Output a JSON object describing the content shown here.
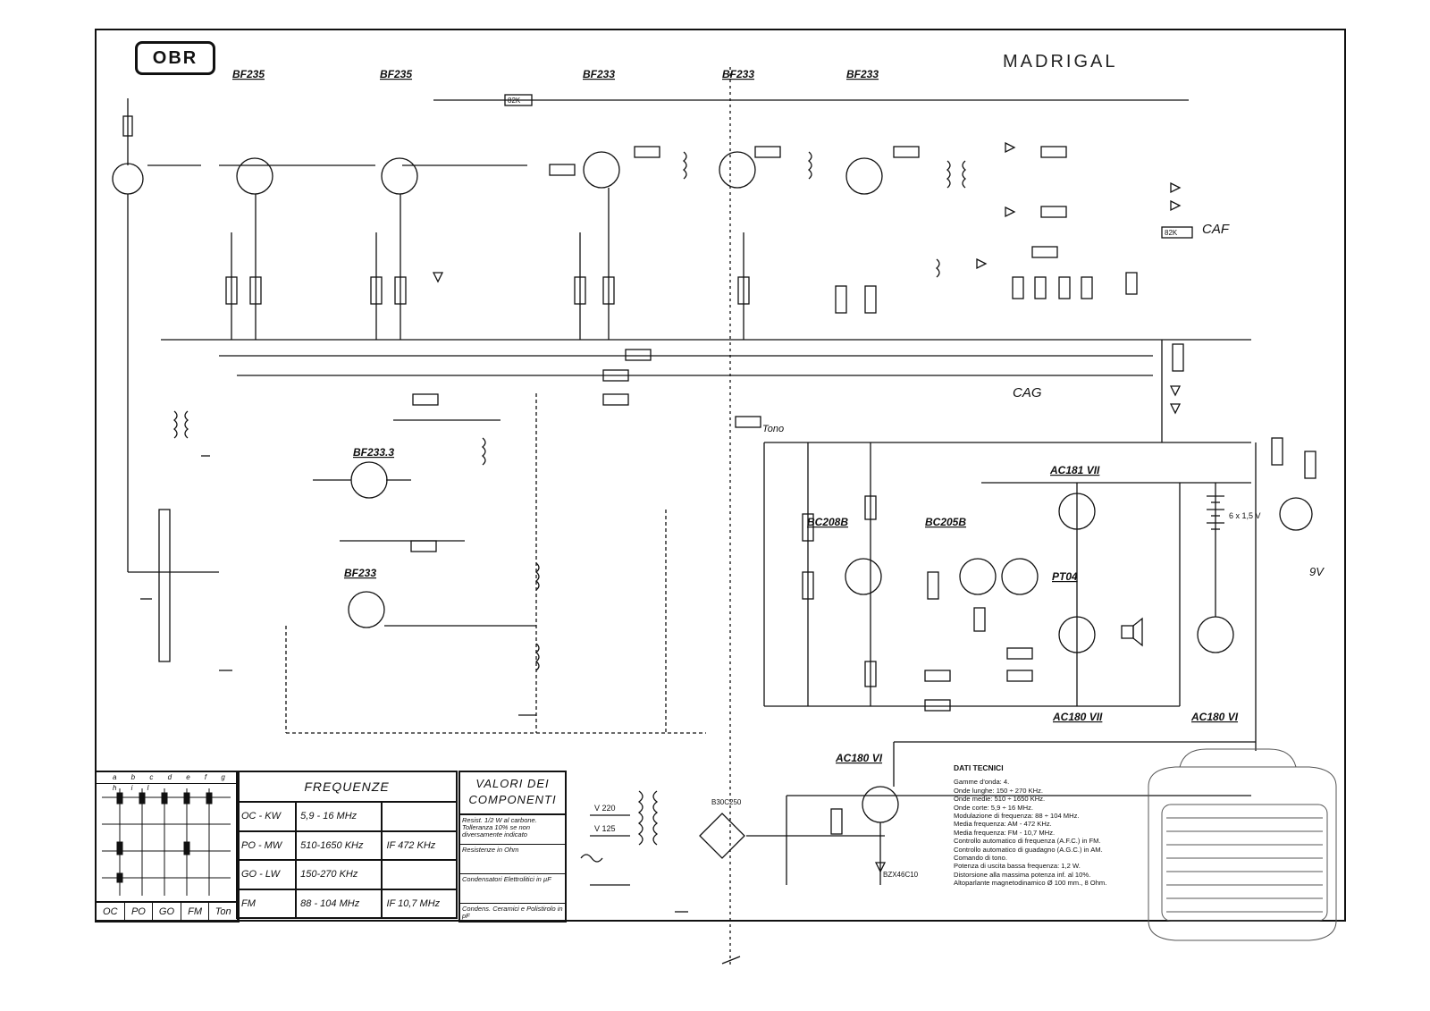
{
  "brand": "OBR",
  "model": "MADRIGAL",
  "transistors": {
    "tr1": "BF235",
    "tr2": "BF235",
    "tr3": "BF233",
    "tr4": "BF233",
    "tr5": "BF233",
    "tr6": "BF233.3",
    "tr7": "BF233",
    "tr8": "BC208B",
    "tr9": "BC205B",
    "tr11": "AC181 VII",
    "tr12": "AC180 VII",
    "tr14": "AC180 VI",
    "tr13": "AC180 VI",
    "pt": "PT04"
  },
  "labels": {
    "caf": "CAF",
    "cag": "CAG",
    "tono": "Tono",
    "bat": "6 x 1,5 V",
    "nine_v": "9V",
    "v220": "V 220",
    "v125": "V 125",
    "bridge": "B30C250",
    "zener": "BZX46C10",
    "r5": "82K",
    "r21": "82K"
  },
  "frequenze": {
    "title": "FREQUENZE",
    "rows": [
      {
        "band": "OC - KW",
        "range": "5,9 - 16 MHz",
        "if": ""
      },
      {
        "band": "PO - MW",
        "range": "510-1650 KHz",
        "if": "IF 472 KHz"
      },
      {
        "band": "GO - LW",
        "range": "150-270 KHz",
        "if": ""
      },
      {
        "band": "FM",
        "range": "88 - 104 MHz",
        "if": "IF 10,7 MHz"
      }
    ]
  },
  "valori": {
    "title": "VALORI DEI COMPONENTI",
    "rows": [
      "Resist. 1/2 W al carbone. Tolleranza 10% se non diversamente indicato",
      "Resistenze in Ohm",
      "Condensatori Elettrolitici in µF",
      "Condens. Ceramici e Polistirolo in pF"
    ]
  },
  "switch": {
    "letters": "a b c d e f g h i l",
    "bands": [
      "OC",
      "PO",
      "GO",
      "FM",
      "Ton"
    ]
  },
  "dati": {
    "heading": "DATI TECNICI",
    "lines": [
      "Gamme d'onda: 4.",
      "Onde lunghe: 150 ÷ 270 KHz.",
      "Onde medie: 510 ÷ 1650 KHz.",
      "Onde corte: 5,9 ÷ 16 MHz.",
      "Modulazione di frequenza: 88 ÷ 104 MHz.",
      "Media frequenza: AM - 472 KHz.",
      "Media frequenza: FM - 10,7 MHz.",
      "Controllo automatico di frequenza (A.F.C.) in FM.",
      "Controllo automatico di guadagno (A.G.C.) in AM.",
      "Comando di tono.",
      "Potenza di uscita bassa frequenza: 1,2 W.",
      "Distorsione alla massima potenza inf. al 10%.",
      "Altoparlante magnetodinamico Ø 100 mm., 8 Ohm."
    ]
  }
}
